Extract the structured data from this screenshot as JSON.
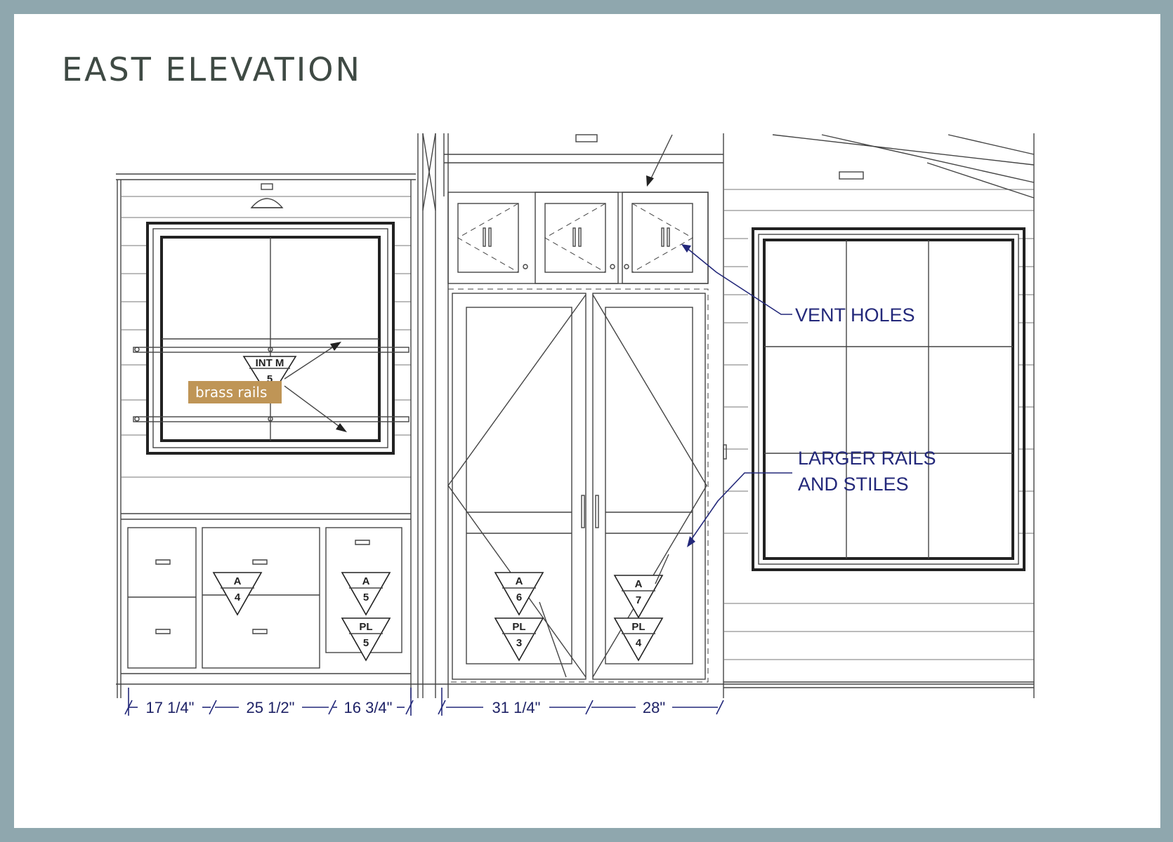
{
  "title": "EAST ELEVATION",
  "callouts": {
    "vent_holes": "VENT HOLES",
    "larger_rails_line1": "LARGER RAILS",
    "larger_rails_line2": "AND STILES",
    "brass_rails": "brass rails"
  },
  "tags": [
    {
      "top": "INT M",
      "bottom": "5"
    },
    {
      "top": "A",
      "bottom": "4"
    },
    {
      "top": "A",
      "bottom": "5"
    },
    {
      "top": "PL",
      "bottom": "5"
    },
    {
      "top": "A",
      "bottom": "6"
    },
    {
      "top": "PL",
      "bottom": "3"
    },
    {
      "top": "A",
      "bottom": "7"
    },
    {
      "top": "PL",
      "bottom": "4"
    }
  ],
  "dimensions": [
    "17 1/4\"",
    "25 1/2\"",
    "16 3/4\"",
    "31 1/4\"",
    "28\""
  ],
  "colors": {
    "frame": "#8fa7ae",
    "callout_text": "#23287a",
    "label_bg": "#bf9556",
    "title": "#3f4a44"
  }
}
